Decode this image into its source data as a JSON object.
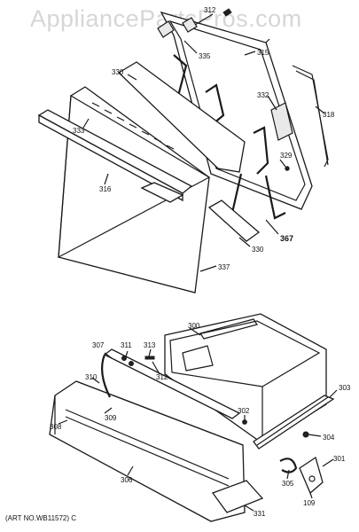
{
  "watermark": "AppliancePartsPros.com",
  "art_note": "(ART NO.WB11572) C",
  "part_labels": {
    "p312_top": "312",
    "p335": "335",
    "p315": "315",
    "p330_top": "330",
    "p332": "332",
    "p318": "318",
    "p333": "333",
    "p329": "329",
    "p316": "316",
    "p367": "367",
    "p330_bottom": "330",
    "p337": "337",
    "p300": "300",
    "p307": "307",
    "p311": "311",
    "p313": "313",
    "p312_bottom": "312",
    "p310": "310",
    "p303": "303",
    "p309": "309",
    "p302": "302",
    "p308": "308",
    "p304": "304",
    "p301": "301",
    "p306": "306",
    "p305": "305",
    "p109": "109",
    "p331": "331"
  }
}
